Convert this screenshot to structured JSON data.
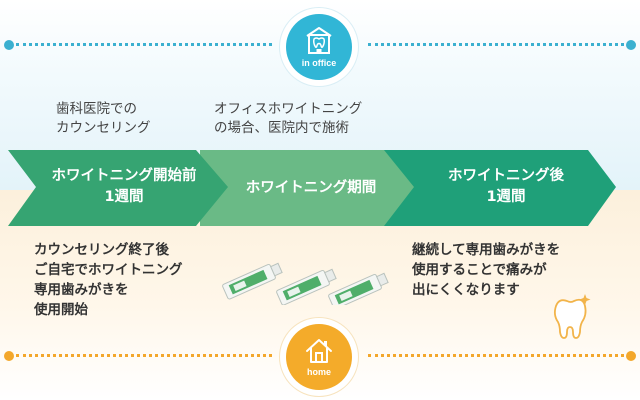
{
  "office": {
    "badge_label": "in office",
    "icon": "clinic-building-icon",
    "colors": {
      "circle": "#31b6d6",
      "dots": "#3bb0d0"
    }
  },
  "home": {
    "badge_label": "home",
    "icon": "house-icon",
    "colors": {
      "circle": "#f4ab2a",
      "dots": "#f3a72b"
    }
  },
  "top_notes": {
    "left": {
      "line1": "歯科医院での",
      "line2": "カウンセリング"
    },
    "middle": {
      "line1": "オフィスホワイトニング",
      "line2": "の場合、医院内で施術"
    }
  },
  "arrows": [
    {
      "line1": "ホワイトニング開始前",
      "line2": "1週間",
      "color": "#36a472"
    },
    {
      "line1": "ホワイトニング期間",
      "line2": "",
      "color": "#6aba86"
    },
    {
      "line1": "ホワイトニング後",
      "line2": "1週間",
      "color": "#1fa079"
    }
  ],
  "bottom_notes": {
    "left": {
      "line1": "カウンセリング終了後",
      "line2": "ご自宅でホワイトニング",
      "line3": "専用歯みがきを",
      "line4": "使用開始"
    },
    "right": {
      "line1": "継続して専用歯みがきを",
      "line2": "使用することで痛みが",
      "line3": "出にくくなります"
    }
  },
  "decor": {
    "product_icon": "toothpaste-tube-icon",
    "tooth_icon": "sparkling-tooth-icon"
  }
}
